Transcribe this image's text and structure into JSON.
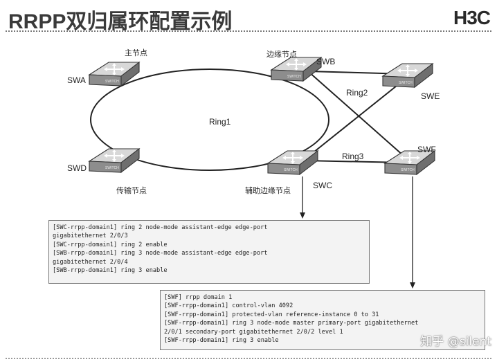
{
  "header": {
    "title": "RRPP双归属环配置示例",
    "logo": "H3C"
  },
  "devices": {
    "swa": {
      "name": "SWA",
      "role": "主节点",
      "chip": "SWITCH"
    },
    "swb": {
      "name": "SWB",
      "role": "边缘节点",
      "chip": "SWITCH"
    },
    "swc": {
      "name": "SWC",
      "role": "辅助边缘节点",
      "chip": "SWITCH"
    },
    "swd": {
      "name": "SWD",
      "role": "传输节点",
      "chip": "SWITCH"
    },
    "swe": {
      "name": "SWE",
      "chip": "SWITCH"
    },
    "swf": {
      "name": "SWF",
      "chip": "SWITCH"
    }
  },
  "rings": {
    "ring1": "Ring1",
    "ring2": "Ring2",
    "ring3": "Ring3"
  },
  "config_swc": [
    "[SWC-rrpp-domain1] ring 2 node-mode assistant-edge edge-port",
    "gigabitethernet 2/0/3",
    "[SWC-rrpp-domain1] ring 2 enable",
    "[SWB-rrpp-domain1] ring 3 node-mode assistant-edge edge-port",
    "gigabitethernet 2/0/4",
    "[SWB-rrpp-domain1] ring 3 enable"
  ],
  "config_swf": [
    "[SWF] rrpp domain 1",
    "[SWF-rrpp-domain1] control-vlan 4092",
    "[SWF-rrpp-domain1] protected-vlan reference-instance 0 to 31",
    "[SWF-rrpp-domain1] ring 3 node-mode master primary-port gigabitethernet",
    "2/0/1 secondary-port gigabitethernet 2/0/2 level 1",
    "[SWF-rrpp-domain1] ring 3 enable"
  ],
  "watermark": "知乎 @silent"
}
